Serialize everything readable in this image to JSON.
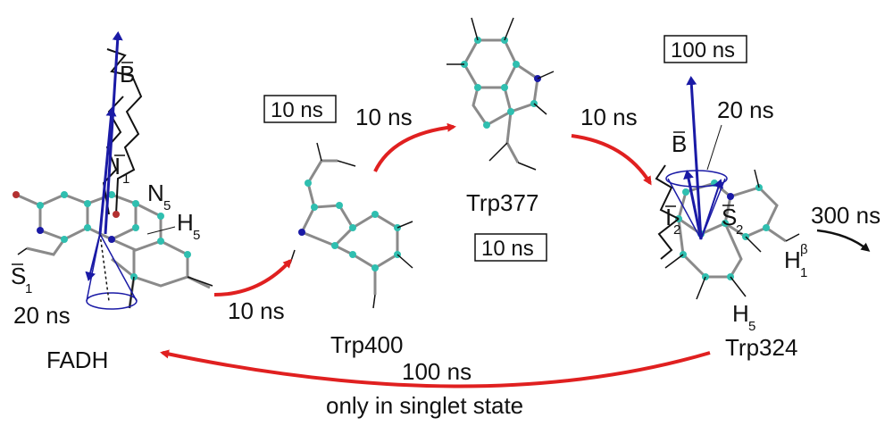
{
  "molecules": {
    "fadh": {
      "name": "FADH",
      "atom_n": "N",
      "atom_n_sub": "5",
      "atom_h": "H",
      "atom_h_sub": "5"
    },
    "trp400": {
      "name": "Trp400"
    },
    "trp377": {
      "name": "Trp377"
    },
    "trp324": {
      "name": "Trp324",
      "atom_h": "H",
      "atom_h_sub": "5",
      "atom_h1": "H",
      "atom_h1_sub": "1",
      "atom_h1_sup": "β"
    }
  },
  "vectors": {
    "b_left": "B",
    "i1": "I",
    "i1_sub": "1",
    "s1": "S",
    "s1_sub": "1",
    "b_right": "B",
    "i2": "I",
    "i2_sub": "2",
    "s2": "S",
    "s2_sub": "2"
  },
  "times": {
    "s1_precession": "20 ns",
    "fadh_to_trp400": "10 ns",
    "trp400_to_trp377": "10 ns",
    "trp377_to_trp324": "10 ns",
    "s2_precession": "20 ns",
    "trp324_decay": "300 ns",
    "trp324_to_fadh": "100 ns",
    "box_trp400": "10 ns",
    "box_trp377": "10 ns",
    "box_trp324": "100 ns"
  },
  "notes": {
    "bottom": "only in singlet state"
  },
  "colors": {
    "arrow_red": "#e02020",
    "vector_blue": "#1a1aa6",
    "atom_cyan": "#2fbfb0",
    "bond_gray": "#8a8a8a"
  }
}
